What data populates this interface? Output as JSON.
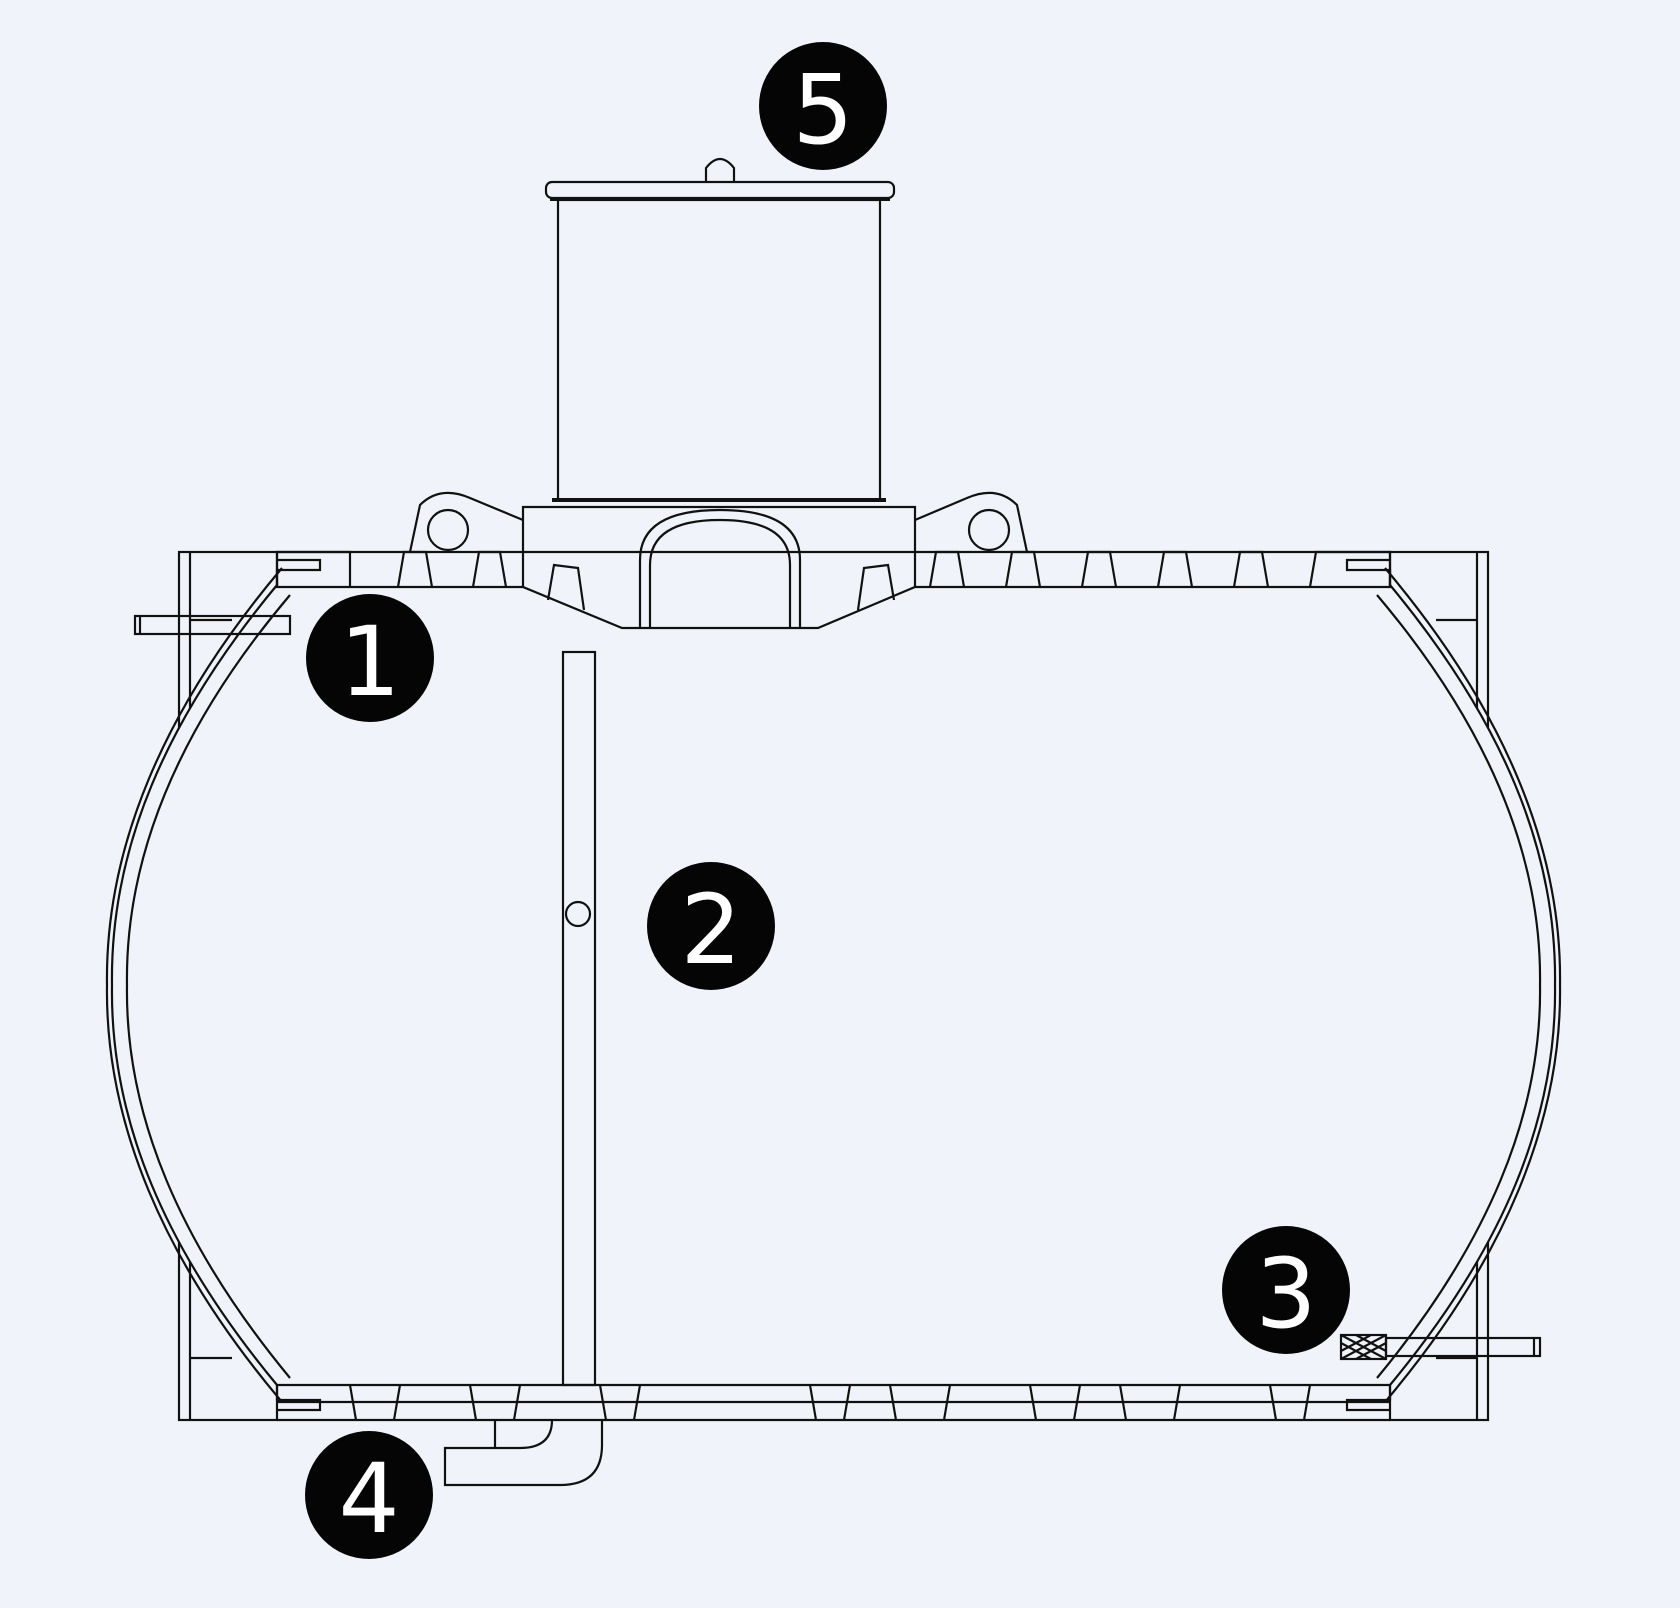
{
  "callouts": [
    {
      "label": "1"
    },
    {
      "label": "2"
    },
    {
      "label": "3"
    },
    {
      "label": "4"
    },
    {
      "label": "5"
    }
  ],
  "colors": {
    "background": "#f0f4fa",
    "line": "#111111",
    "badge": "#050505",
    "badge_text": "#ffffff"
  }
}
